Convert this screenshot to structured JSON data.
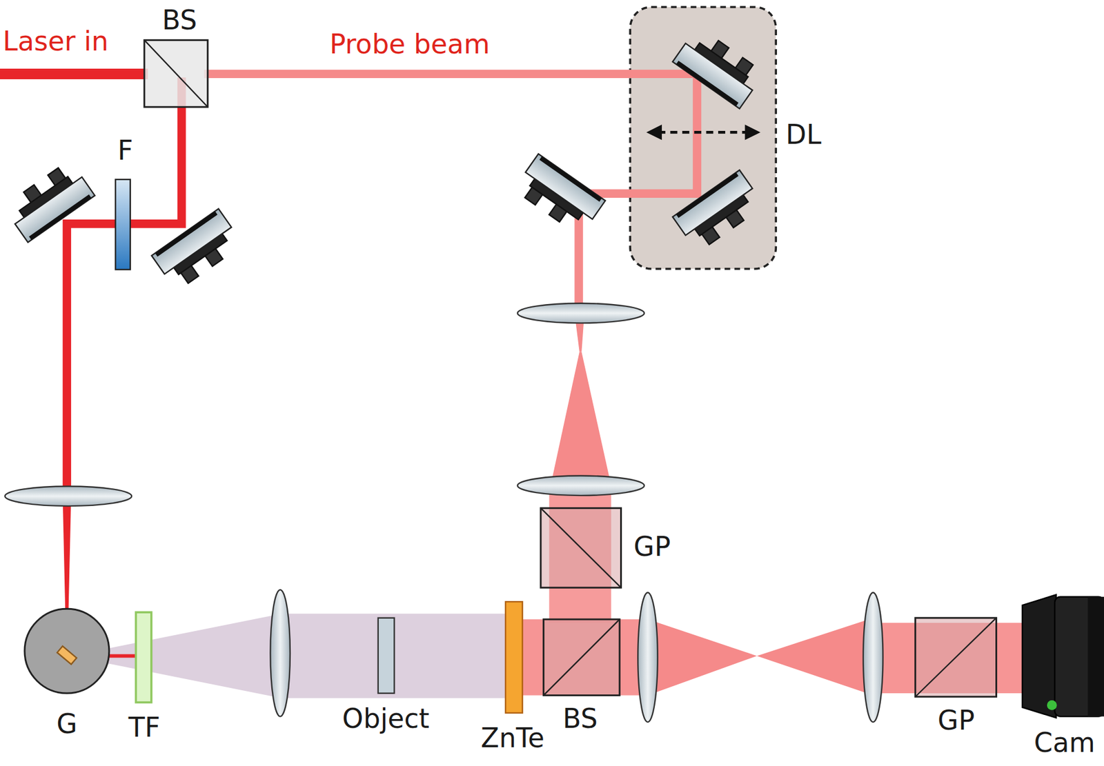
{
  "diagram": {
    "labels": [
      "Laser in",
      "BS",
      "Probe beam",
      "F",
      "DL",
      "GP",
      "G",
      "TF",
      "Object",
      "ZnTe",
      "BS",
      "GP",
      "Cam"
    ]
  }
}
